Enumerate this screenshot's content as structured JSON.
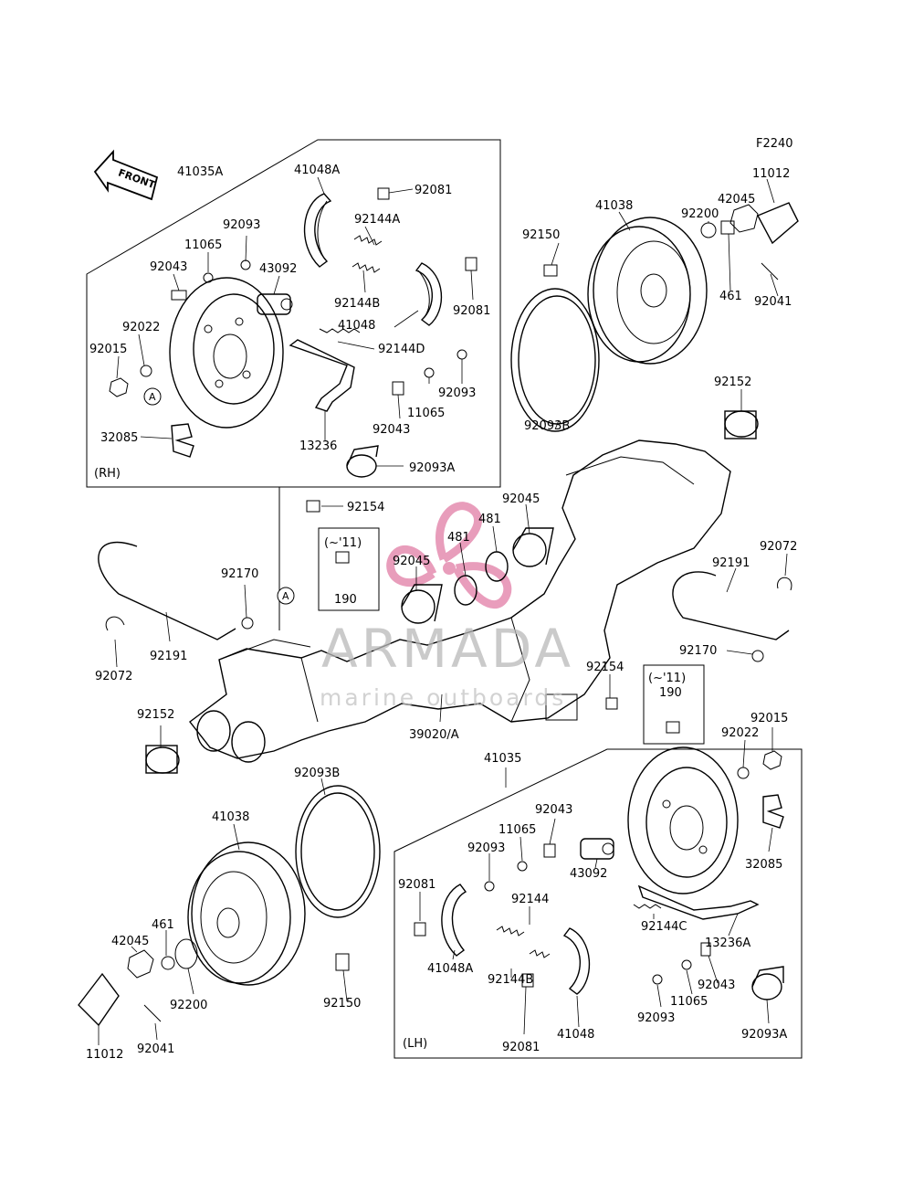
{
  "figure_code": "F2240",
  "front_arrow": "FRONT",
  "section_labels": {
    "rh": "(RH)",
    "lh": "(LH)"
  },
  "callouts": {
    "a": "A",
    "a2": "A"
  },
  "variant_box": {
    "range": "(~'11)",
    "part": "190"
  },
  "watermark": {
    "brand": "ARMADA",
    "tagline": "marine outboards",
    "logo_color": "#e58cb0"
  },
  "parts": {
    "p01": "41035A",
    "p02": "41048A",
    "p03": "92081",
    "p04": "92144A",
    "p05": "92093",
    "p06": "11065",
    "p07": "43092",
    "p08": "92043",
    "p09": "92144B",
    "p10": "92081",
    "p11": "92022",
    "p12": "41048",
    "p13": "92015",
    "p14": "92144D",
    "p15": "92093",
    "p16": "11065",
    "p17": "92043",
    "p18": "32085",
    "p19": "13236",
    "p20": "92093A",
    "p21": "92154",
    "p22": "190",
    "p23": "41038",
    "p24": "92150",
    "p25": "92200",
    "p26": "42045",
    "p27": "11012",
    "p28": "461",
    "p29": "92041",
    "p30": "92093B",
    "p31": "92152",
    "p32": "92045",
    "p33": "481",
    "p34": "481",
    "p35": "92045",
    "p36": "92170",
    "p37": "92191",
    "p38": "92072",
    "p39": "92072",
    "p40": "92191",
    "p41": "92170",
    "p42": "92154",
    "p43": "190",
    "p44": "92152",
    "p45": "39020/A",
    "p46": "41035",
    "p47": "92015",
    "p48": "92022",
    "p49": "92093B",
    "p50": "92043",
    "p51": "41038",
    "p52": "11065",
    "p53": "92093",
    "p54": "32085",
    "p55": "92081",
    "p56": "92144",
    "p57": "43092",
    "p58": "461",
    "p59": "42045",
    "p60": "41048A",
    "p61": "92144C",
    "p62": "13236A",
    "p63": "92144B",
    "p64": "92043",
    "p65": "92150",
    "p66": "92200",
    "p67": "11065",
    "p68": "92093",
    "p69": "92093A",
    "p70": "41048",
    "p71": "11012",
    "p72": "92041",
    "p73": "92081"
  }
}
